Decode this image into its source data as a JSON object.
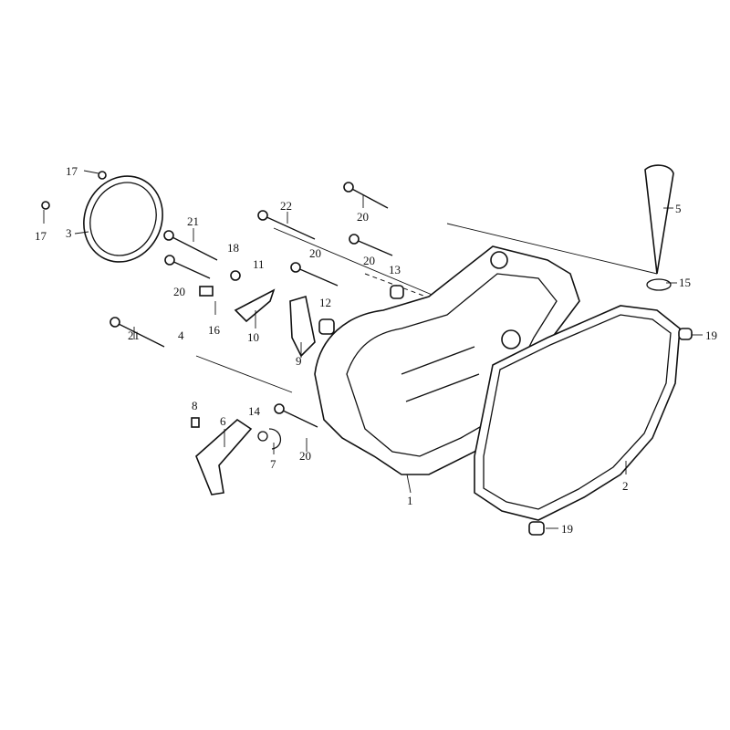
{
  "diagram": {
    "callouts": [
      {
        "id": "c17a",
        "text": "17"
      },
      {
        "id": "c17b",
        "text": "17"
      },
      {
        "id": "c3",
        "text": "3"
      },
      {
        "id": "c21a",
        "text": "21"
      },
      {
        "id": "c21b",
        "text": "21"
      },
      {
        "id": "c22",
        "text": "22"
      },
      {
        "id": "c20a",
        "text": "20"
      },
      {
        "id": "c20b",
        "text": "20"
      },
      {
        "id": "c20c",
        "text": "20"
      },
      {
        "id": "c20d",
        "text": "20"
      },
      {
        "id": "c20e",
        "text": "20"
      },
      {
        "id": "c18",
        "text": "18"
      },
      {
        "id": "c11",
        "text": "11"
      },
      {
        "id": "c13",
        "text": "13"
      },
      {
        "id": "c5",
        "text": "5"
      },
      {
        "id": "c15",
        "text": "15"
      },
      {
        "id": "c19a",
        "text": "19"
      },
      {
        "id": "c19b",
        "text": "19"
      },
      {
        "id": "c4",
        "text": "4"
      },
      {
        "id": "c16",
        "text": "16"
      },
      {
        "id": "c10",
        "text": "10"
      },
      {
        "id": "c12",
        "text": "12"
      },
      {
        "id": "c9",
        "text": "9"
      },
      {
        "id": "c8",
        "text": "8"
      },
      {
        "id": "c6",
        "text": "6"
      },
      {
        "id": "c14",
        "text": "14"
      },
      {
        "id": "c7",
        "text": "7"
      },
      {
        "id": "c1",
        "text": "1"
      },
      {
        "id": "c2",
        "text": "2"
      }
    ]
  }
}
